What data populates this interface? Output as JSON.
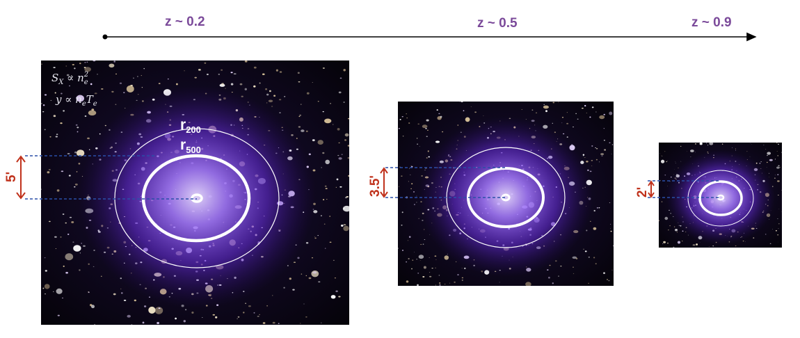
{
  "colors": {
    "redshift_text": "#7b4a9a",
    "axis": "#000000",
    "scale_marker": "#c0321c",
    "guide_line": "#2a4fa8",
    "ring": "#ffffff",
    "glow": "#9a5cff",
    "background": "#06040f"
  },
  "redshift_axis": {
    "labels": [
      "z ~ 0.2",
      "z ~ 0.5",
      "z ~ 0.9"
    ]
  },
  "panels": [
    {
      "id": "z02",
      "scale_label": "5'",
      "ring_labels": {
        "r200": "r",
        "r200_sub": "200",
        "r500": "r",
        "r500_sub": "500"
      },
      "formulas": [
        {
          "lhs": "S",
          "lhs_sub": "X",
          "op": " ∝ ",
          "rhs": "n",
          "rhs_sub": "e",
          "rhs_sup": "2"
        },
        {
          "lhs": "y",
          "lhs_sub": "",
          "op": " ∝ ",
          "rhs": "n",
          "rhs_sub": "e",
          "rhs2": "T",
          "rhs2_sub": "e"
        }
      ]
    },
    {
      "id": "z05",
      "scale_label": "3.5'"
    },
    {
      "id": "z09",
      "scale_label": "2'"
    }
  ]
}
